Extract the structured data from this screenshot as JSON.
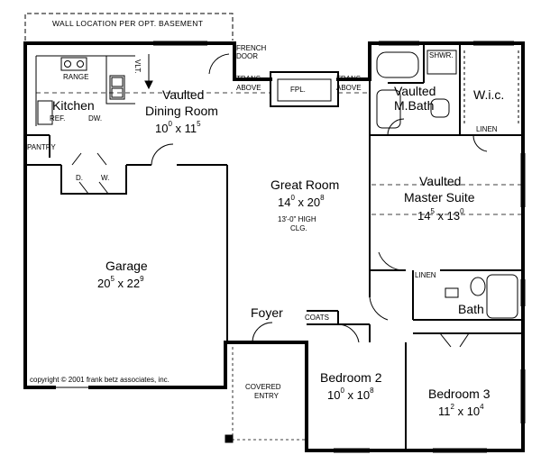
{
  "header_note": "WALL LOCATION PER OPT. BASEMENT",
  "copyright": "copyright © 2001 frank betz associates, inc.",
  "rooms": {
    "kitchen": {
      "name": "Kitchen"
    },
    "dining": {
      "line1": "Vaulted",
      "line2": "Dining Room",
      "dim_w": "10",
      "dim_w_in": "0",
      "dim_h": "11",
      "dim_h_in": "5"
    },
    "great": {
      "name": "Great Room",
      "dim_w": "14",
      "dim_w_in": "0",
      "dim_h": "20",
      "dim_h_in": "8",
      "note1": "13'-0\" HIGH",
      "note2": "CLG."
    },
    "master_bath": {
      "line1": "Vaulted",
      "line2": "M.Bath"
    },
    "wic": {
      "name": "W.i.c."
    },
    "master_suite": {
      "line1": "Vaulted",
      "line2": "Master Suite",
      "dim_w": "14",
      "dim_w_in": "5",
      "dim_h": "13",
      "dim_h_in": "0"
    },
    "garage": {
      "name": "Garage",
      "dim_w": "20",
      "dim_w_in": "5",
      "dim_h": "22",
      "dim_h_in": "9"
    },
    "foyer": {
      "name": "Foyer"
    },
    "bath": {
      "name": "Bath"
    },
    "bedroom2": {
      "name": "Bedroom 2",
      "dim_w": "10",
      "dim_w_in": "0",
      "dim_h": "10",
      "dim_h_in": "8"
    },
    "bedroom3": {
      "name": "Bedroom 3",
      "dim_w": "11",
      "dim_w_in": "2",
      "dim_h": "10",
      "dim_h_in": "4"
    }
  },
  "labels": {
    "range": "RANGE",
    "vlt": "VLT.",
    "ref": "REF.",
    "dw": "DW.",
    "pantry": "PANTRY",
    "d": "D.",
    "w": "W.",
    "french1": "FRENCH",
    "french2": "DOOR",
    "trans_l1": "TRANS.",
    "trans_l2": "ABOVE",
    "fpl": "FPL.",
    "trans_r1": "TRANS.",
    "trans_r2": "ABOVE",
    "shwr": "SHWR.",
    "linen_master": "LINEN",
    "linen_hall": "LINEN",
    "coats": "COATS",
    "covered1": "COVERED",
    "covered2": "ENTRY"
  }
}
